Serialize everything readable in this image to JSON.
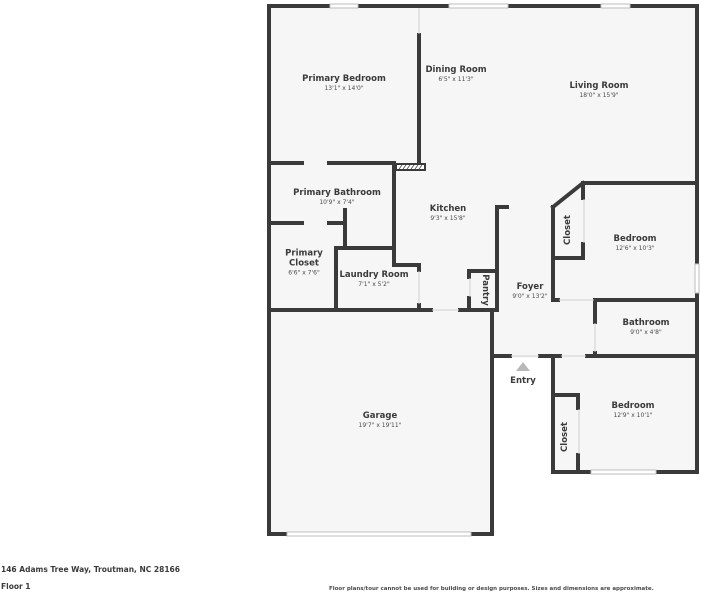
{
  "colors": {
    "wall": "#3a3a3a",
    "floor": "#f6f6f6",
    "background": "#ffffff",
    "text": "#3a3a3a",
    "entry_marker": "#b8b8b8"
  },
  "rooms": {
    "primary_bedroom": {
      "name": "Primary Bedroom",
      "dim": "13'1\" x 14'0\""
    },
    "dining_room": {
      "name": "Dining Room",
      "dim": "6'5\" x 11'3\""
    },
    "living_room": {
      "name": "Living Room",
      "dim": "18'0\" x 15'9\""
    },
    "primary_bathroom": {
      "name": "Primary Bathroom",
      "dim": "10'9\" x 7'4\""
    },
    "kitchen": {
      "name": "Kitchen",
      "dim": "9'3\" x 15'8\""
    },
    "primary_closet": {
      "name_line1": "Primary",
      "name_line2": "Closet",
      "dim": "6'6\" x 7'6\""
    },
    "laundry_room": {
      "name": "Laundry Room",
      "dim": "7'1\" x 5'2\""
    },
    "pantry": {
      "name": "Pantry"
    },
    "closet_1": {
      "name": "Closet"
    },
    "bedroom_1": {
      "name": "Bedroom",
      "dim": "12'6\" x 10'3\""
    },
    "foyer": {
      "name": "Foyer",
      "dim": "9'0\" x 13'2\""
    },
    "bathroom": {
      "name": "Bathroom",
      "dim": "9'0\" x 4'8\""
    },
    "entry": {
      "name": "Entry"
    },
    "bedroom_2": {
      "name": "Bedroom",
      "dim": "12'9\" x 10'1\""
    },
    "closet_2": {
      "name": "Closet"
    },
    "garage": {
      "name": "Garage",
      "dim": "19'7\" x 19'11\""
    }
  },
  "footer": {
    "address": "146 Adams Tree Way, Troutman, NC 28166",
    "floor": "Floor 1",
    "disclaimer": "Floor plans/tour cannot be used for building or design purposes. Sizes and dimensions are approximate."
  }
}
